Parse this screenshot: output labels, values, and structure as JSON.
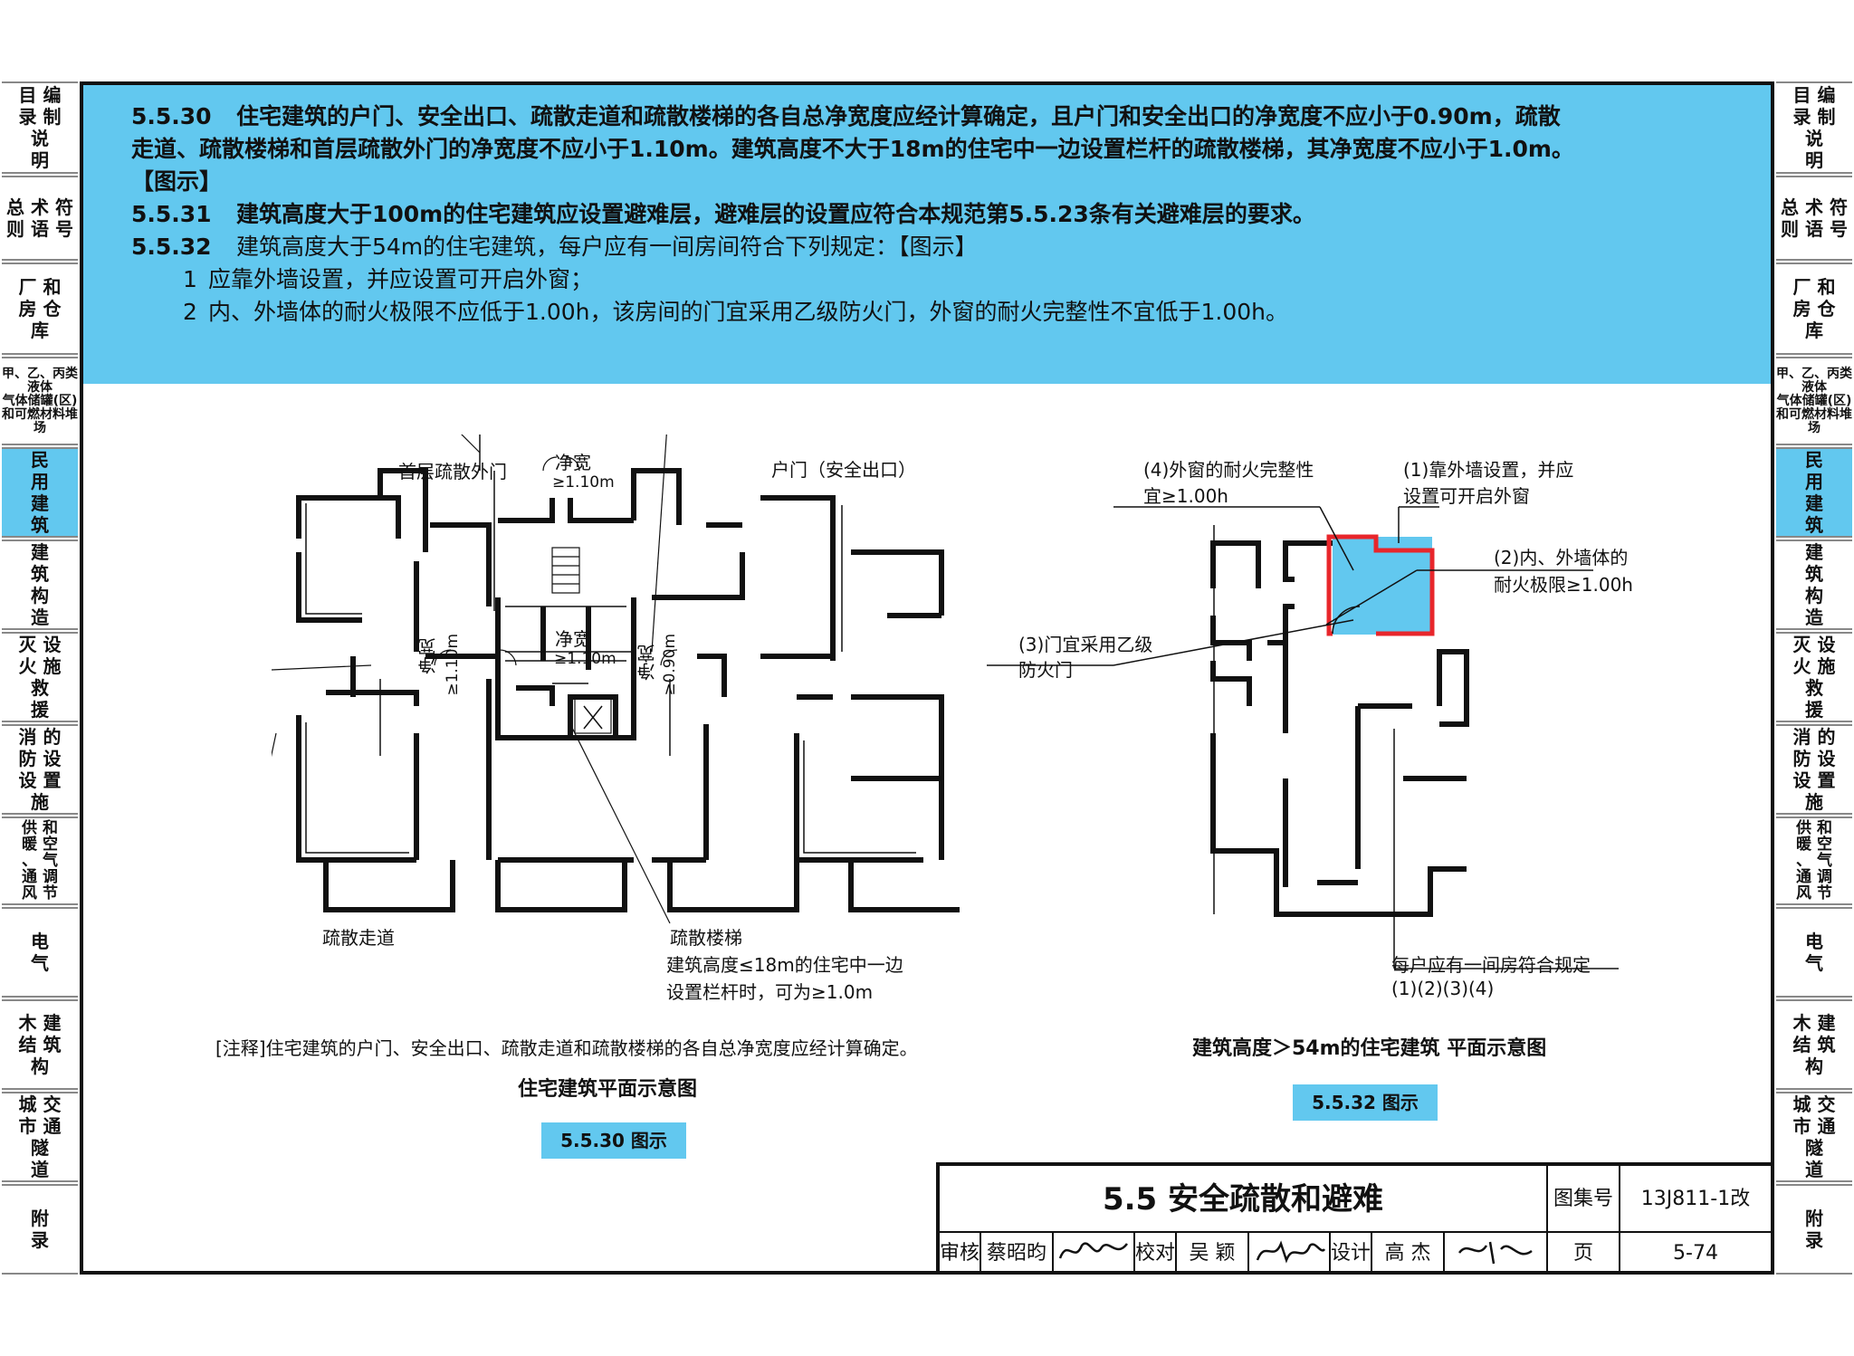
{
  "header": {
    "lines": [
      {
        "num": "5.5.30",
        "text": "住宅建筑的户门、安全出口、疏散走道和疏散楼梯的各自总净宽度应经计算确定，且户门和安全出口的净宽度不应小于0.90m，疏散"
      },
      {
        "text": "走道、疏散楼梯和首层疏散外门的净宽度不应小于1.10m。建筑高度不大于18m的住宅中一边设置栏杆的疏散楼梯，其净宽度不应小于1.0m。"
      },
      {
        "text": "【图示】"
      },
      {
        "num": "5.5.31",
        "text": "建筑高度大于100m的住宅建筑应设置避难层，避难层的设置应符合本规范第5.5.23条有关避难层的要求。"
      },
      {
        "num": "5.5.32",
        "text": "建筑高度大于54m的住宅建筑，每户应有一间房间符合下列规定：【图示】"
      },
      {
        "sub": "1",
        "text": "应靠外墙设置，并应设置可开启外窗；"
      },
      {
        "sub": "2",
        "text": "内、外墙体的耐火极限不应低于1.00h，该房间的门宜采用乙级防火门，外窗的耐火完整性不宜低于1.00h。"
      }
    ]
  },
  "sidebar": {
    "tabs": [
      {
        "label": "目 编\n录 制\n  说\n  明"
      },
      {
        "label": "总 术 符\n则 语 号"
      },
      {
        "label": "厂 和\n房 仓\n  库"
      },
      {
        "label": "甲、乙、丙类液体\n气体储罐(区)\n和可燃材料堆场"
      },
      {
        "label": "民\n用\n建\n筑",
        "active": true
      },
      {
        "label": "建\n筑\n构\n造"
      },
      {
        "label": "灭 设\n火 施\n救\n援"
      },
      {
        "label": "消 的\n防 设\n设 置\n施"
      },
      {
        "label": "供 和\n暖 空\n、 气\n通 调\n风 节"
      },
      {
        "label": "电\n气"
      },
      {
        "label": "木 建\n结 筑\n构"
      },
      {
        "label": "城 交\n市 通\n  隧\n  道"
      },
      {
        "label": "附\n录"
      }
    ]
  },
  "fig1": {
    "labels": {
      "exit_door": "首层疏散外门",
      "jingkuan_top": "净宽",
      "w110_top": "≥1.10m",
      "unit_door": "户门（安全出口）",
      "jingkuan_mid": "净宽",
      "w110_mid": "≥1.10m",
      "jingkuan_left": "净宽",
      "w110_left": "≥1.10m",
      "jingkuan_right": "净宽",
      "w090": "≥0.90m",
      "corridor": "疏散走道",
      "stair": "疏散楼梯",
      "stair_note1": "建筑高度≤18m的住宅中一边",
      "stair_note2": "设置栏杆时，可为≥1.0m"
    },
    "note": "[注释]住宅建筑的户门、安全出口、疏散走道和疏散楼梯的各自总净宽度应经计算确定。",
    "caption": "住宅建筑平面示意图",
    "badge": "5.5.30 图示"
  },
  "fig2": {
    "labels": {
      "l4a": "(4)外窗的耐火完整性",
      "l4b": "宜≥1.00h",
      "l1a": "(1)靠外墙设置，并应",
      "l1b": "设置可开启外窗",
      "l2a": "(2)内、外墙体的",
      "l2b": "耐火极限≥1.00h",
      "l3a": "(3)门宜采用乙级",
      "l3b": "防火门",
      "lb1": "每户应有一间房符合规定",
      "lb2": "(1)(2)(3)(4)"
    },
    "caption": "建筑高度＞54m的住宅建筑 平面示意图",
    "badge": "5.5.32 图示",
    "room_color": "#62c8ef",
    "wall_color": "#e8262b"
  },
  "titleblock": {
    "title": "5.5 安全疏散和避难",
    "atlas_label": "图集号",
    "atlas_no": "13J811-1改",
    "review_label": "审核",
    "reviewer": "蔡昭昀",
    "check_label": "校对",
    "checker": "吴 颖",
    "design_label": "设计",
    "designer": "高 杰",
    "page_label": "页",
    "page_no": "5-74"
  }
}
